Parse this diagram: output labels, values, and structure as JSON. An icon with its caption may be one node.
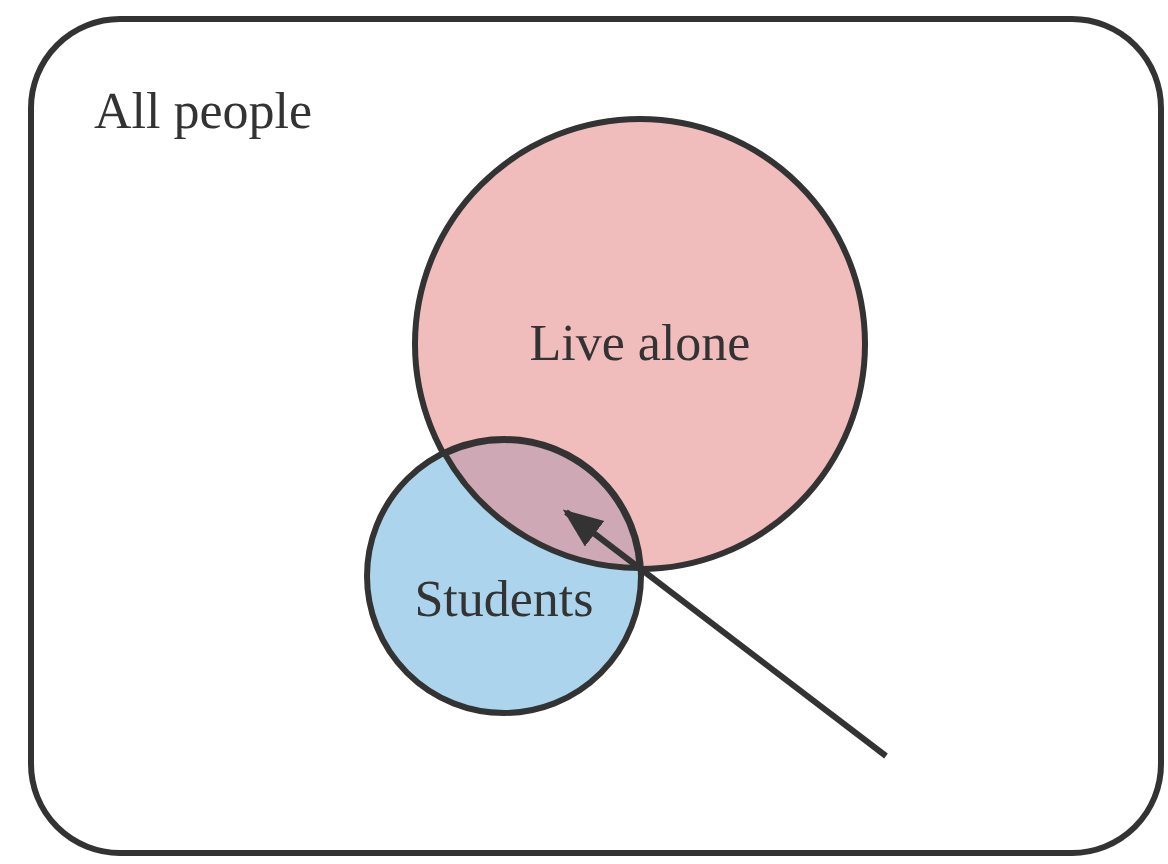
{
  "diagram": {
    "nodes": [
      {
        "text": [
          "All people"
        ]
      },
      {
        "text": [
          "Live alone"
        ],
        "in": 0
      },
      {
        "text": [
          "Students"
        ],
        "in": 0
      },
      {
        "text": [],
        "shape": "lens"
      }
    ],
    "edges": [
      {
        "from": null,
        "to": 3,
        "arrow": "to"
      }
    ]
  }
}
